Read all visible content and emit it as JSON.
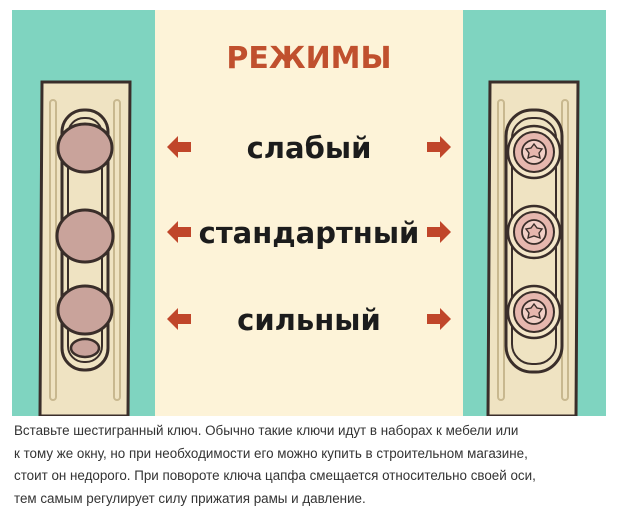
{
  "illustration": {
    "title": "РЕЖИМЫ",
    "modes": [
      "слабый",
      "стандартный",
      "сильный"
    ],
    "colors": {
      "side_background": "#7fd4c0",
      "center_background": "#fdf3d8",
      "title": "#c0502e",
      "arrow": "#c0462a",
      "frame": "#efe3c2",
      "outline": "#3a2e2a",
      "roller": "#c9a39b",
      "cam": "#e6b7ae"
    },
    "icons": [
      "arrow-left-icon",
      "arrow-right-icon",
      "roller-icon",
      "hex-cam-icon"
    ]
  },
  "caption": {
    "lines": [
      "Вставьте шестигранный ключ. Обычно такие ключи идут в наборах к мебели или",
      "к тому же окну, но при необходимости его можно купить в строительном магазине,",
      "стоит он недорого. При повороте ключа цапфа смещается относительно своей оси,",
      "тем самым регулирует силу прижатия рамы и давление."
    ]
  }
}
